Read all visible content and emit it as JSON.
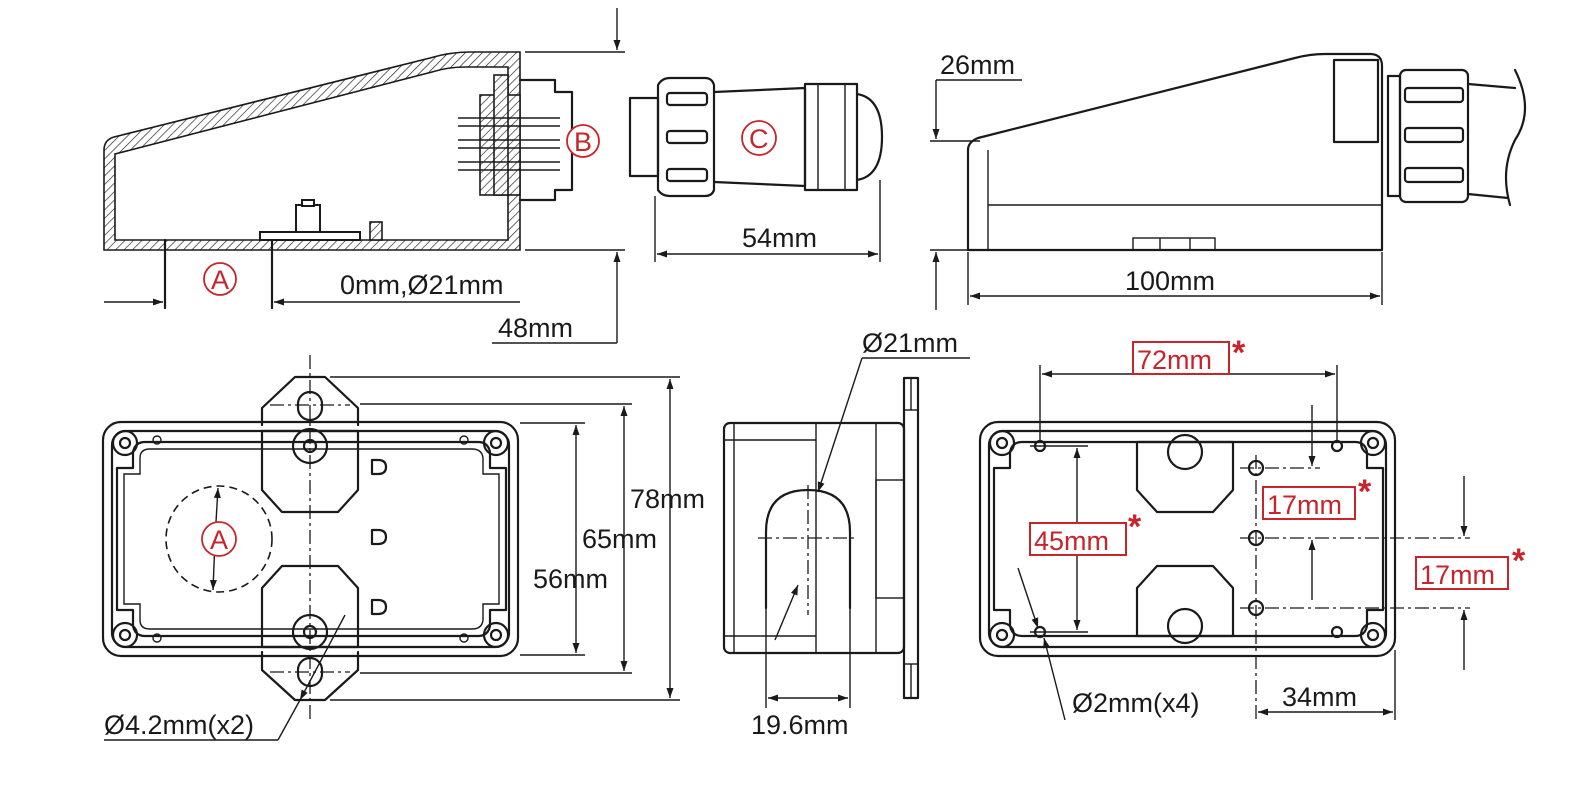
{
  "callouts": {
    "a": "A",
    "b": "B",
    "c": "C"
  },
  "dimensions": {
    "top_left_bottom": "0mm,Ø21mm",
    "top_left_height": "48mm",
    "connector_length": "54mm",
    "side_height": "26mm",
    "side_length": "100mm",
    "front_78": "78mm",
    "front_65": "65mm",
    "front_56": "56mm",
    "front_hole": "Ø4.2mm(x2)",
    "section_dia": "Ø21mm",
    "section_width": "19.6mm",
    "rear_72": "72mm",
    "rear_45": "45mm",
    "rear_17a": "17mm",
    "rear_17b": "17mm",
    "rear_holes": "Ø2mm(x4)",
    "rear_34": "34mm"
  },
  "marks": {
    "star": "*"
  },
  "colors": {
    "line": "#1a1a1a",
    "highlight": "#c8242b"
  }
}
